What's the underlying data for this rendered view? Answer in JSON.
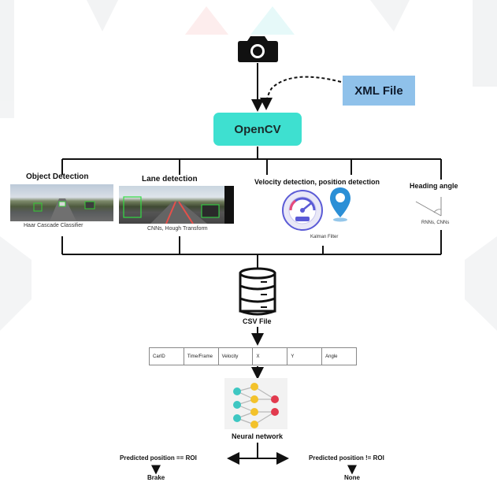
{
  "xml_file": {
    "label": "XML File"
  },
  "opencv": {
    "label": "OpenCV"
  },
  "branches": [
    {
      "title": "Object Detection",
      "caption": "Haar Cascade Classifier"
    },
    {
      "title": "Lane detection",
      "caption": "CNNs, Hough Transform"
    },
    {
      "title": "Velocity detection, position detection",
      "caption": "Kalman Filter"
    },
    {
      "title": "Heading angle",
      "caption": "RNNs, CNNs"
    }
  ],
  "csv_file": {
    "label": "CSV File"
  },
  "csv_columns": [
    "CarID",
    "Time/Frame",
    "Velocity",
    "X",
    "Y",
    "Angle"
  ],
  "neural_network": {
    "label": "Neural network"
  },
  "outcomes": [
    {
      "condition": "Predicted position == ROI",
      "action": "Brake"
    },
    {
      "condition": "Predicted position != ROI",
      "action": "None"
    }
  ],
  "icons": {
    "camera": "camera-icon",
    "database": "database-icon",
    "speedometer": "speedometer-icon",
    "location_pin": "location-pin-icon",
    "neural_net": "neural-network-icon"
  },
  "colors": {
    "opencv_box": "#3ee0d0",
    "xml_box": "#8fc1ea",
    "pin": "#2b8fd6",
    "gauge": "#5b5bd6",
    "nn_teal": "#3ec7c2",
    "nn_yellow": "#f3c22b",
    "nn_red": "#e23a4e"
  }
}
